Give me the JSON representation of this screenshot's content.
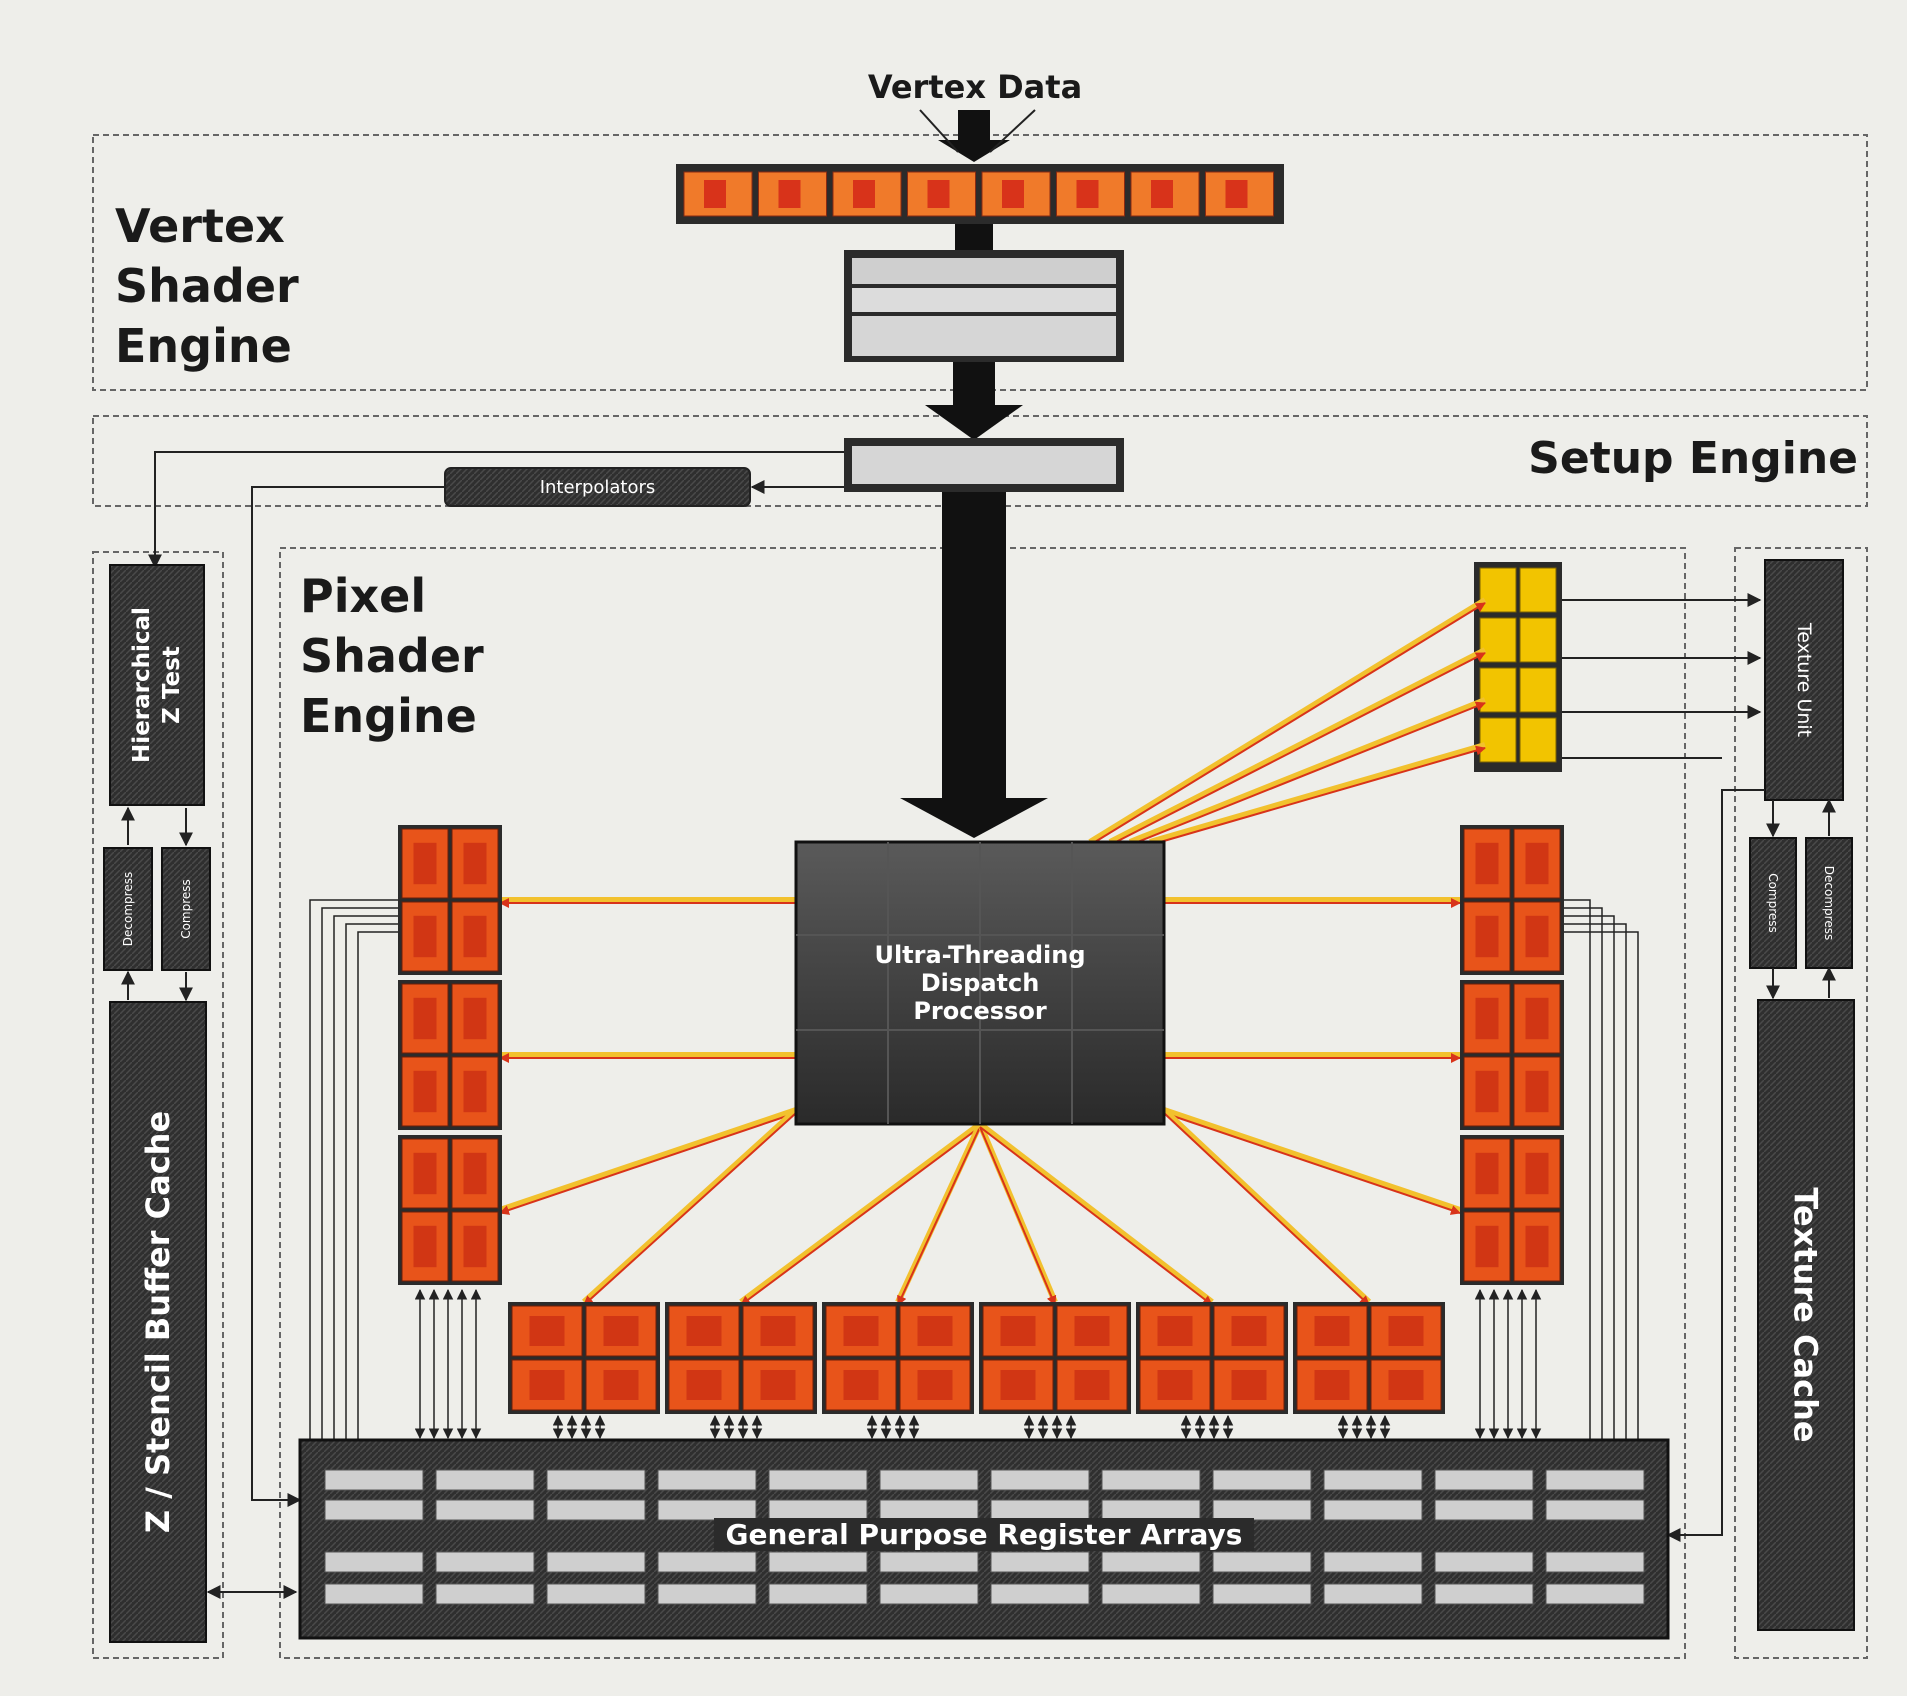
{
  "labels": {
    "vertex_data": "Vertex Data",
    "vertex_shader_engine": [
      "Vertex",
      "Shader",
      "Engine"
    ],
    "setup_engine": "Setup Engine",
    "pixel_shader_engine": [
      "Pixel",
      "Shader",
      "Engine"
    ],
    "interpolators": "Interpolators",
    "hierarchical_z_test": "Hierarchical\nZ Test",
    "z_stencil_buffer_cache": "Z / Stencil Buffer Cache",
    "decompress": "Decompress",
    "compress": "Compress",
    "texture_unit": "Texture Unit",
    "texture_cache": "Texture Cache",
    "dispatch_processor": "Ultra-Threading\nDispatch\nProcessor",
    "register_arrays": "General Purpose Register Arrays"
  },
  "colors": {
    "background": "#eeeeea",
    "dark_block": "#2b2b2b",
    "shader_core": "#e8541a",
    "texture_core": "#f2c400",
    "arrow_yellow": "#f2c12e",
    "arrow_red": "#d8331a"
  }
}
